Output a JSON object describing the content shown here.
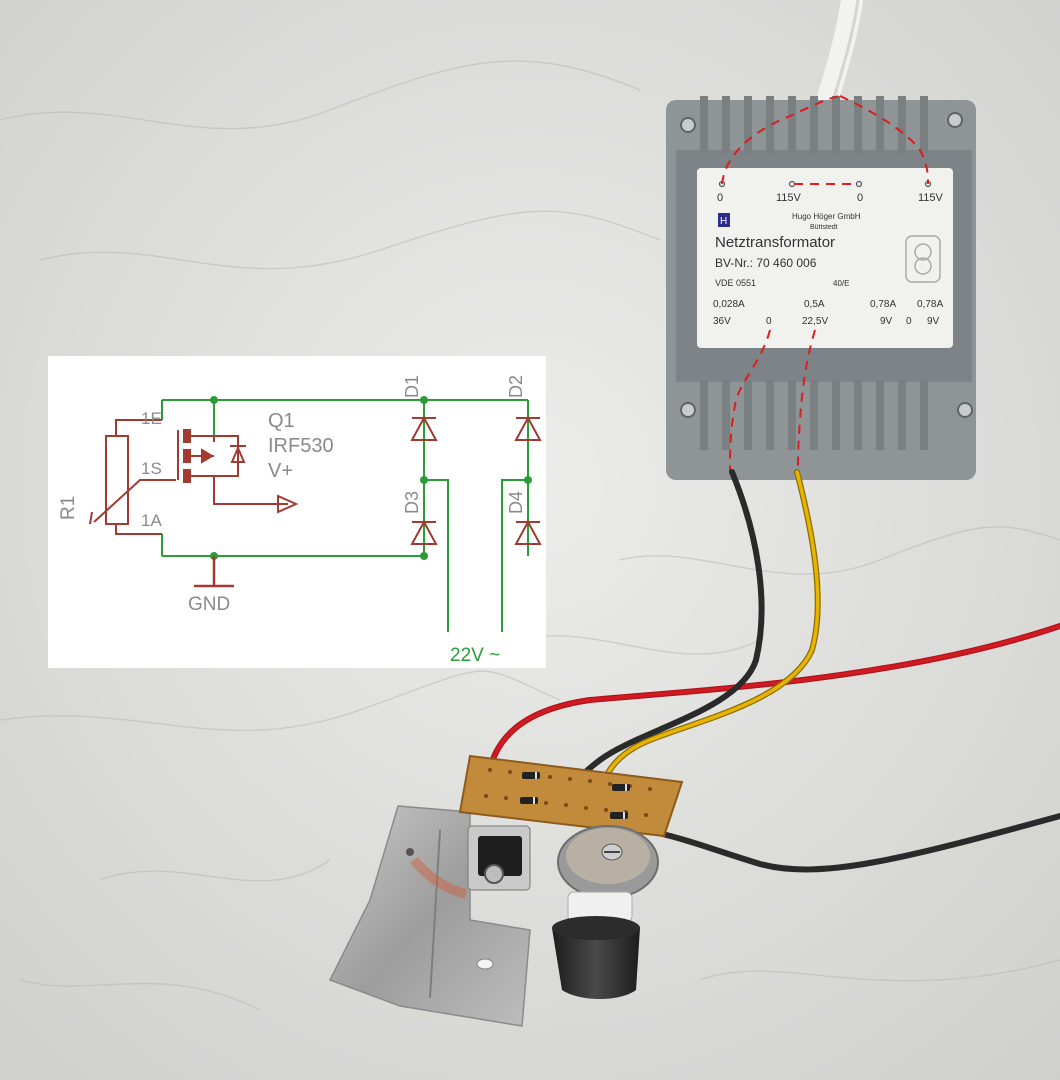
{
  "transformer": {
    "top_taps": [
      "0",
      "115V",
      "0",
      "115V"
    ],
    "maker": "Hugo Höger GmbH",
    "maker_city": "Büttstedt",
    "title": "Netztransformator",
    "part_number": "BV-Nr.: 70 460 006",
    "standard": "VDE 0551",
    "rating": "40/E",
    "currents": [
      "0,028A",
      "0,5A",
      "0,78A",
      "0,78A"
    ],
    "bottom_taps": [
      "36V",
      "0",
      "22,5V",
      "9V",
      "0",
      "9V"
    ]
  },
  "schematic": {
    "resistor_label": "R1",
    "pin_labels": [
      "1E",
      "1S",
      "1A"
    ],
    "transistor_name": "Q1",
    "transistor_part": "IRF530",
    "supply_label": "V+",
    "ground_label": "GND",
    "diode_labels": [
      "D1",
      "D2",
      "D3",
      "D4"
    ],
    "ac_input_label": "22V ~"
  },
  "colors": {
    "wire_green": "#2a9d3a",
    "component_red": "#a23a32",
    "label_gray": "#8a8a8a",
    "wire_red": "#d01b22",
    "wire_yellow": "#e8b400",
    "wire_black": "#2a2a2a"
  }
}
